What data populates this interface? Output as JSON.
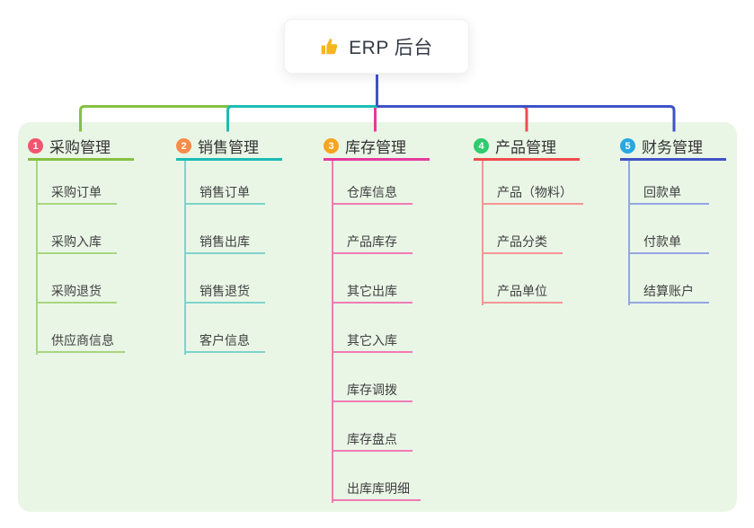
{
  "root": {
    "label": "ERP 后台",
    "icon": "thumbs-up-icon"
  },
  "branches": [
    {
      "badge": "1",
      "label": "采购管理",
      "color": "#84c043",
      "light_color": "#a9d67f",
      "badge_color": "#f2556f",
      "children": [
        "采购订单",
        "采购入库",
        "采购退货",
        "供应商信息"
      ]
    },
    {
      "badge": "2",
      "label": "销售管理",
      "color": "#1cbcb4",
      "light_color": "#7fd3cc",
      "badge_color": "#fa8b49",
      "children": [
        "销售订单",
        "销售出库",
        "销售退货",
        "客户信息"
      ]
    },
    {
      "badge": "3",
      "label": "库存管理",
      "color": "#e53a9d",
      "light_color": "#f27ab4",
      "badge_color": "#f7a41f",
      "children": [
        "仓库信息",
        "产品库存",
        "其它出库",
        "其它入库",
        "库存调拨",
        "库存盘点",
        "出库库明细"
      ]
    },
    {
      "badge": "4",
      "label": "产品管理",
      "color": "#ef4d4d",
      "light_color": "#f59595",
      "badge_color": "#2fcb6c",
      "children": [
        "产品（物料）",
        "产品分类",
        "产品单位"
      ]
    },
    {
      "badge": "5",
      "label": "财务管理",
      "color": "#4053c5",
      "light_color": "#93a5e3",
      "badge_color": "#29a7e1",
      "children": [
        "回款单",
        "付款单",
        "结算账户"
      ]
    }
  ],
  "colors": {
    "trunk": "#4053c5",
    "panel_bg": "#e9f6e6",
    "root_text": "#343b47",
    "header_text": "#333333",
    "child_text": "#404040"
  }
}
